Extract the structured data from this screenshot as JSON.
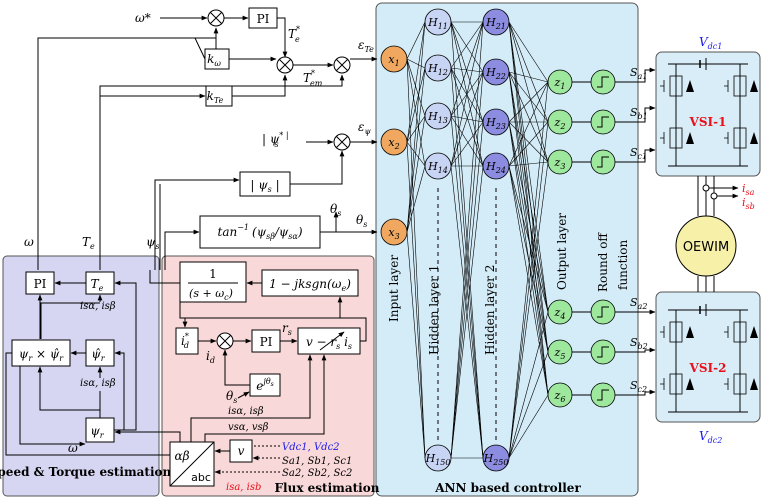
{
  "colors": {
    "speed_panel": "#d6d6f2",
    "flux_panel": "#f8d8d8",
    "ann_panel": "#d4ecf7",
    "inverter_panel": "#d8edf7",
    "input_node": "#f0a860",
    "hidden1_node": "#c8d4f4",
    "hidden2_node": "#8c8ce0",
    "output_node": "#9ee89e",
    "roundoff_node": "#9ee89e",
    "motor": "#f6f0a8",
    "vsi_label": "#e8101a",
    "vdc_label": "#1a1ae8",
    "current_label": "#e8101a"
  },
  "panels": {
    "speed": "Speed & Torque estimation",
    "flux": "Flux estimation",
    "ann": "ANN based controller"
  },
  "signals": {
    "omega_ref": "ω*",
    "te_ref": "T",
    "te_ref_sub": "e",
    "te_ref_sup": "*",
    "tem_ref": "T",
    "tem_ref_sub": "em",
    "tem_ref_sup": "*",
    "eps_te": "ε",
    "eps_te_sub": "Te",
    "eps_psi": "ε",
    "eps_psi_sub": "ψ",
    "psi_ref": "| ψ",
    "psi_ref_sub": "s",
    "psi_ref_sup": "* |",
    "theta1": "θ",
    "theta1_sub": "s",
    "theta2": "θ",
    "theta2_sub": "s",
    "omega": "ω",
    "omega2": "ω",
    "te": "T",
    "te_sub": "e",
    "psis": "ψ",
    "psis_sub": "s",
    "id": "i",
    "id_sub": "d",
    "rs": "r",
    "rs_sub": "s",
    "theta3": "θ",
    "theta3_sub": "s",
    "isab_1": "i",
    "isab_2": "i",
    "vsab": "v",
    "isa_out": "i",
    "isa_out_sub": "sa",
    "isb_out": "i",
    "isb_out_sub": "sb",
    "vdc1": "V",
    "vdc1_sub": "dc1",
    "vdc2": "V",
    "vdc2_sub": "dc2"
  },
  "blocks": {
    "pi_top": "PI",
    "k_omega": "k",
    "k_omega_sub": "ω",
    "k_te": "k",
    "k_te_sub": "Te",
    "psi_mag": "| ψ",
    "psi_mag_sub": "s",
    "psi_mag_end": " |",
    "tan_inv": "tan",
    "tan_sup": "−1",
    "tan_arg": "(ψ",
    "tan_arg_sub1": "sβ",
    "tan_arg_mid": "/ψ",
    "tan_arg_sub2": "sα",
    "tan_arg_end": ")",
    "frac_num": "1",
    "frac_den": "(s + ω",
    "frac_den_sub": "c",
    "frac_den_end": ")",
    "jk": "1 − jk",
    "jk_sgn": "sgn(ω",
    "jk_sgn_sub": "e",
    "jk_end": ")",
    "pi_speed": "PI",
    "te_block": "T",
    "te_block_sub": "e",
    "psi_cross": "ψ",
    "psi_cross_sub": "r",
    "psi_cross_mid": " × ψ̂",
    "psi_cross_sub2": "r",
    "psi_hat": "ψ̂",
    "psi_hat_sub": "r",
    "psi_r": "ψ",
    "psi_r_sub": "r",
    "id_ref": "i",
    "id_ref_sub": "d",
    "id_ref_sup": "*",
    "pi_flux": "PI",
    "v_block": "v − r",
    "v_block_sub": "s",
    "v_block_end": " i",
    "v_block_sub2": "s",
    "exp": "e",
    "exp_sup": "jθ",
    "exp_sup_sub": "s",
    "alphabeta": "αβ",
    "abc": "abc",
    "v_small": "v",
    "motor": "OEWIM",
    "vsi1": "VSI-1",
    "vsi2": "VSI-2"
  },
  "labels": {
    "input_layer": "Input layer",
    "hidden1": "Hidden layer 1",
    "hidden2": "Hidden layer 2",
    "output_layer": "Output layer",
    "round_off": "Round off",
    "round_off2": "function"
  },
  "inputs": [
    "x1",
    "x2",
    "x3"
  ],
  "hidden1": [
    "H11",
    "H12",
    "H13",
    "H14",
    "H1 50"
  ],
  "hidden2": [
    "H21",
    "H22",
    "H23",
    "H24",
    "H2 50"
  ],
  "outputs": [
    "z1",
    "z2",
    "z3",
    "z4",
    "z5",
    "z6"
  ],
  "switch_signals": [
    "Sa1",
    "Sb1",
    "Sc1",
    "Sa2",
    "Sb2",
    "Sc2"
  ],
  "current_inputs": {
    "isab_te": "isα, isβ",
    "isab_psi": "isα, isβ",
    "isab_flux": "isα, isβ",
    "vsab_flux": "vsα, vsβ",
    "vdc_inputs": "Vdc1, Vdc2",
    "switch1": "Sa1, Sb1, Sc1",
    "switch2": "Sa2, Sb2, Sc2",
    "isab_abc": "isa, isb"
  }
}
